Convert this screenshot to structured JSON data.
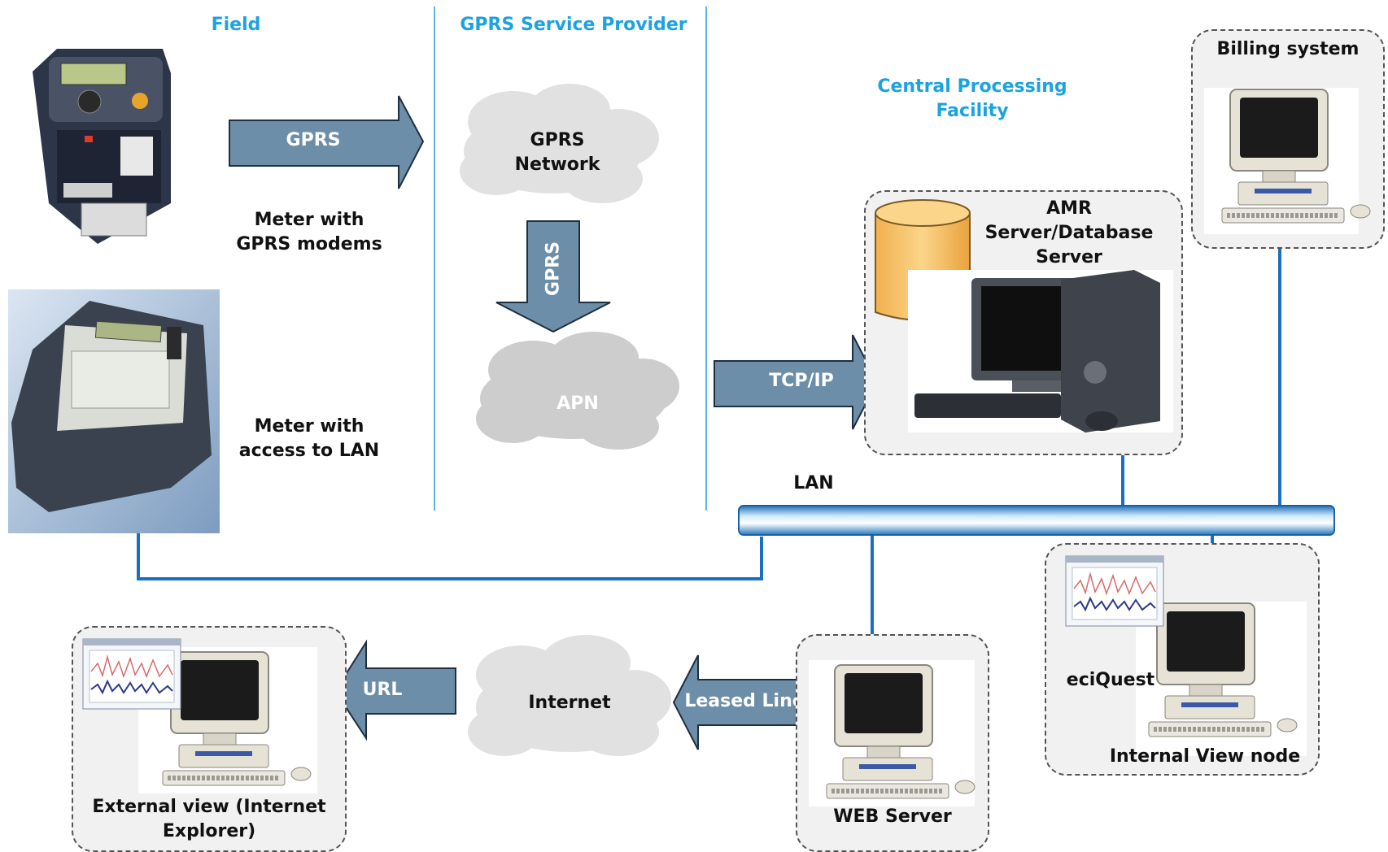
{
  "headers": {
    "field": "Field",
    "gprs_provider": "GPRS Service Provider",
    "central_processing": "Central Processing\nFacility"
  },
  "meters": {
    "gprs_meter_label": "Meter with\nGPRS modems",
    "lan_meter_label": "Meter with\naccess to LAN"
  },
  "arrows": {
    "gprs_horizontal": "GPRS",
    "gprs_vertical": "GPRS",
    "tcp_ip": "TCP/IP",
    "leased_line": "Leased Line",
    "url": "URL"
  },
  "clouds": {
    "gprs_network": "GPRS\nNetwork",
    "apn": "APN",
    "internet": "Internet"
  },
  "nodes": {
    "amr_server": "AMR\nServer/Database\nServer",
    "billing_system": "Billing system",
    "internal_view": "Internal View node",
    "eciquest": "eciQuest",
    "web_server": "WEB Server",
    "external_view": "External view (Internet\nExplorer)"
  },
  "network": {
    "lan": "LAN"
  },
  "colors": {
    "header": "#1ba3e0",
    "arrow_fill": "#6d8ea8",
    "network_line": "#1a70c0",
    "cloud": "#dcdcdc",
    "cloud_dark": "#c4c4c4",
    "database": "#f7c46a"
  }
}
